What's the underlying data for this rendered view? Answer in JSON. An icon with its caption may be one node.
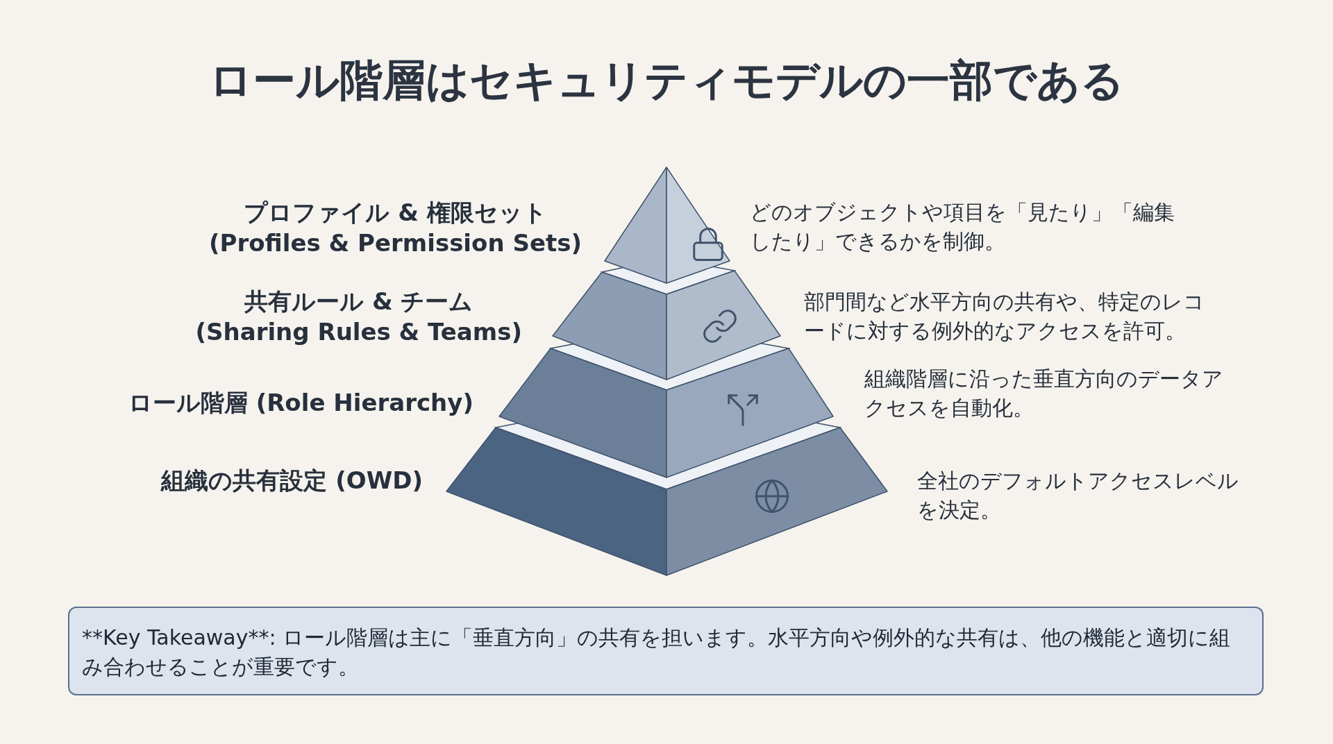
{
  "diagram": {
    "title": "ロール階層はセキュリティモデルの一部である",
    "nodes": [
      {
        "text": [
          "プロファイル & 権限セット",
          "(Profiles & Permission Sets)",
          "どのオブジェクトや項目を「見たり」「編集したり」できるかを制御。"
        ]
      },
      {
        "text": [
          "共有ルール & チーム",
          "(Sharing Rules & Teams)",
          "部門間など水平方向の共有や、特定のレコードに対する例外的なアクセスを許可。"
        ]
      },
      {
        "text": [
          "ロール階層 (Role Hierarchy)",
          "組織階層に沿った垂直方向のデータアクセスを自動化。"
        ]
      },
      {
        "text": [
          "組織の共有設定 (OWD)",
          "全社のデフォルトアクセスレベルを決定。"
        ]
      },
      {
        "text": [
          "**Key Takeaway**: ロール階層は主に「垂直方向」の共有を担います。水平方向や例外的な共有は、他の機能と適切に組み合わせることが重要です。"
        ]
      }
    ],
    "edges": []
  }
}
